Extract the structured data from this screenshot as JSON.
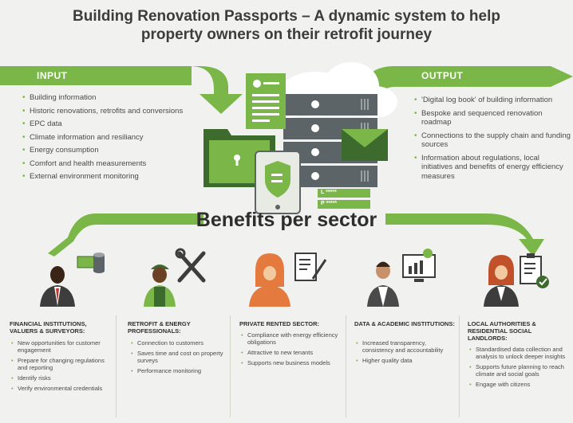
{
  "title_line1": "Building Renovation Passports – A dynamic system to help",
  "title_line2": "property owners on their retrofit journey",
  "input": {
    "label": "INPUT",
    "items": [
      "Building information",
      "Historic renovations, retrofits and conversions",
      "EPC data",
      "Climate information and resiliancy",
      "Energy consumption",
      "Comfort and health measurements",
      "External environment monitoring"
    ]
  },
  "output": {
    "label": "OUTPUT",
    "items": [
      "'Digital log book' of building information",
      "Bespoke and sequenced renovation roadmap",
      "Connections to the supply chain and funding sources",
      "Information about regulations, local initiatives and benefits of energy efficiency measures"
    ]
  },
  "login": {
    "user_field": "L  *****",
    "pass_field": "P  *****"
  },
  "benefits_heading": "Benefits per sector",
  "sectors": [
    {
      "title": "FINANCIAL INSTITUTIONS, VALUERS & SURVEYORS:",
      "items": [
        "New opportunities for customer engagement",
        "Prepare for changing regulations and reporting",
        "Identify risks",
        "Verify environmental credentials"
      ]
    },
    {
      "title": "RETROFIT & ENERGY PROFESSIONALS:",
      "items": [
        "Connection to customers",
        "Saves time and cost on property surveys",
        "Performance monitoring"
      ]
    },
    {
      "title": "PRIVATE RENTED SECTOR:",
      "items": [
        "Compliance with energy efficiency obligations",
        "Attractive to new tenants",
        "Supports new business models"
      ]
    },
    {
      "title": "DATA & ACADEMIC INSTITUTIONS:",
      "items": [
        "Increased transparency, consistency and accountability",
        "Higher quality data"
      ]
    },
    {
      "title": "LOCAL AUTHORITIES & RESIDENTIAL SOCIAL LANDLORDS:",
      "items": [
        "Standardised data collection and analysis to unlock deeper insights",
        "Supports future planning to reach climate and social goals",
        "Engage with citizens"
      ]
    }
  ],
  "colors": {
    "green": "#7ab648",
    "dark_green": "#3d6b2e",
    "server_gray": "#5d6468",
    "background": "#f1f1ef"
  }
}
